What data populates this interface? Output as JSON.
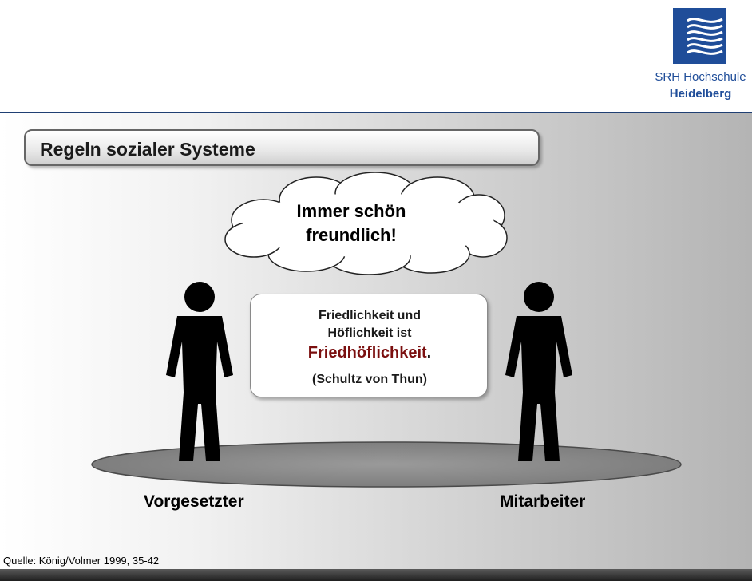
{
  "logo": {
    "line1": "SRH Hochschule",
    "line2": "Heidelberg"
  },
  "title": "Regeln sozialer Systeme",
  "thought_bubble": {
    "line1": "Immer schön",
    "line2": "freundlich!"
  },
  "quote": {
    "line1": "Friedlichkeit und",
    "line2": "Höflichkeit ist",
    "highlight": "Friedhöflichkeit",
    "punctuation": ".",
    "author": "(Schultz von Thun)",
    "highlight_color": "#7b0f0f"
  },
  "roles": {
    "left": "Vorgesetzter",
    "right": "Mitarbeiter"
  },
  "source": "Quelle: König/Volmer 1999, 35-42",
  "colors": {
    "brand": "#1f4d99",
    "header_line": "#1f3f73"
  }
}
